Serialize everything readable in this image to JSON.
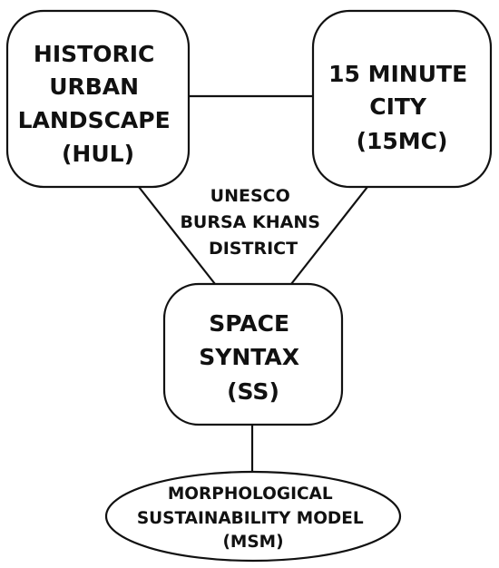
{
  "diagram": {
    "nodes": {
      "hul": {
        "lines": [
          "HISTORIC",
          "URBAN",
          "LANDSCAPE",
          "(HUL)"
        ]
      },
      "mc15": {
        "lines": [
          "15 MINUTE",
          "CITY",
          "(15MC)"
        ]
      },
      "ss": {
        "lines": [
          "SPACE",
          "SYNTAX",
          "(SS)"
        ]
      },
      "msm": {
        "lines": [
          "MORPHOLOGICAL",
          "SUSTAINABILITY MODEL",
          "(MSM)"
        ]
      }
    },
    "center_label": {
      "lines": [
        "UNESCO",
        "BURSA KHANS",
        "DISTRICT"
      ]
    }
  },
  "colors": {
    "stroke": "#111111",
    "fill": "#ffffff",
    "text": "#111111"
  }
}
